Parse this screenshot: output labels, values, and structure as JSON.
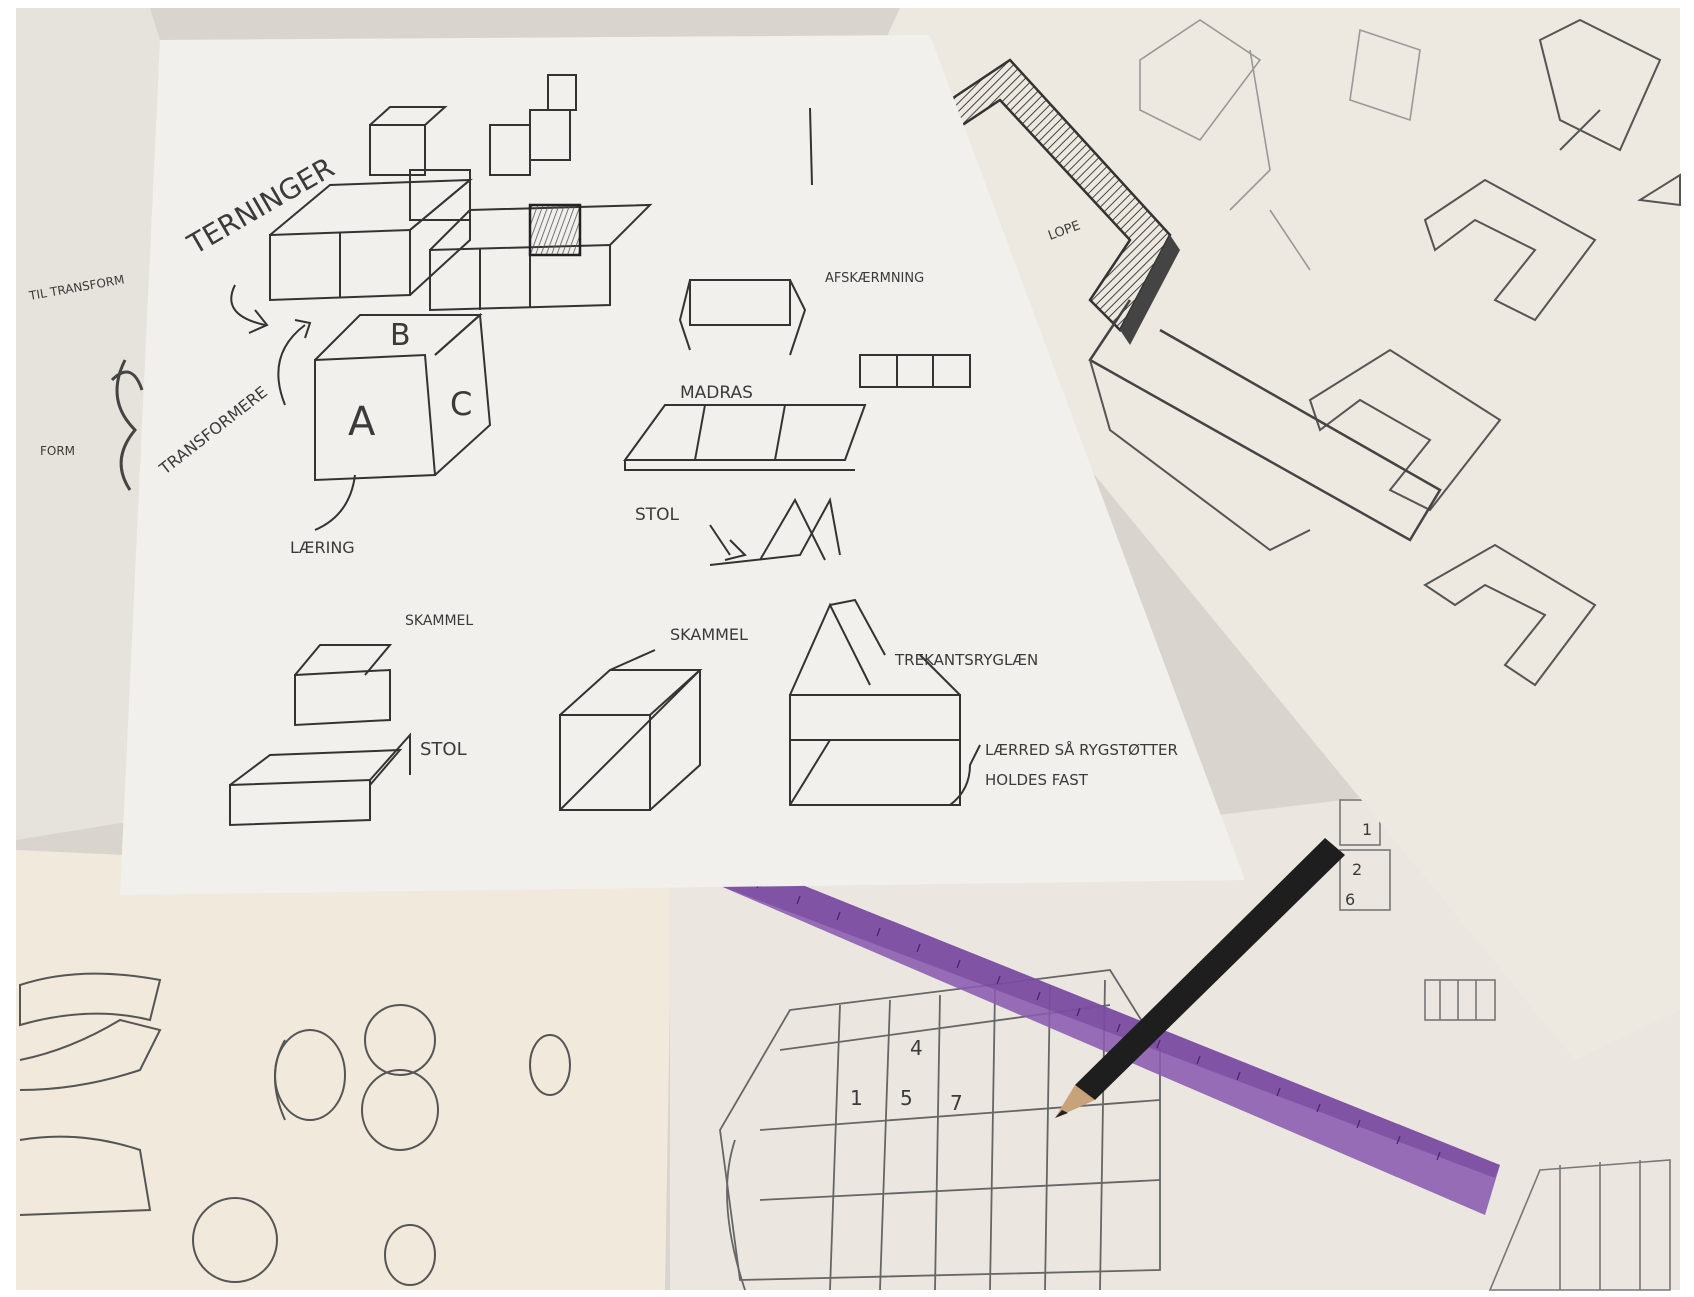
{
  "colors": {
    "photo_border": "#ffffff",
    "table_background": "#d9d4cd",
    "front_sheet": "#f2f0ec",
    "right_sheet": "#ede8e0",
    "bottom_left_sheet": "#f0e9dc",
    "bottom_right_sheet": "#ebe6df",
    "ruler": "#8a5bb0",
    "pencil": "#1e1e1e",
    "pencil_tip_wood": "#c8a27a",
    "ink": "#3b3b3b"
  },
  "front_sheet": {
    "labels": {
      "terninger": "TERNINGER",
      "transformere": "TRANSFORMERE",
      "laering": "LÆRING",
      "cube_face_a": "A",
      "cube_face_b": "B",
      "cube_face_c": "C",
      "afskaermning": "AFSKÆRMNING",
      "madras": "MADRAS",
      "stol_top": "STOL",
      "skammel_left": "SKAMMEL",
      "stol_bottom": "STOL",
      "skammel_center": "SKAMMEL",
      "trekantsryglaen": "TREKANTSRYGLÆN",
      "laerred_line1": "LÆRRED SÅ RYGSTØTTER",
      "laerred_line2": "HOLDES FAST"
    }
  },
  "right_sheet": {
    "labels": {
      "note": "LOPE"
    }
  },
  "left_edge": {
    "labels": {
      "scrap1": "TIL TRANSFORM",
      "scrap2": "FORM"
    }
  },
  "bottom_right_sheet": {
    "sofa_numbers": [
      "4",
      "1",
      "5",
      "7"
    ],
    "stack_numbers": [
      "1",
      "2",
      "6"
    ]
  }
}
